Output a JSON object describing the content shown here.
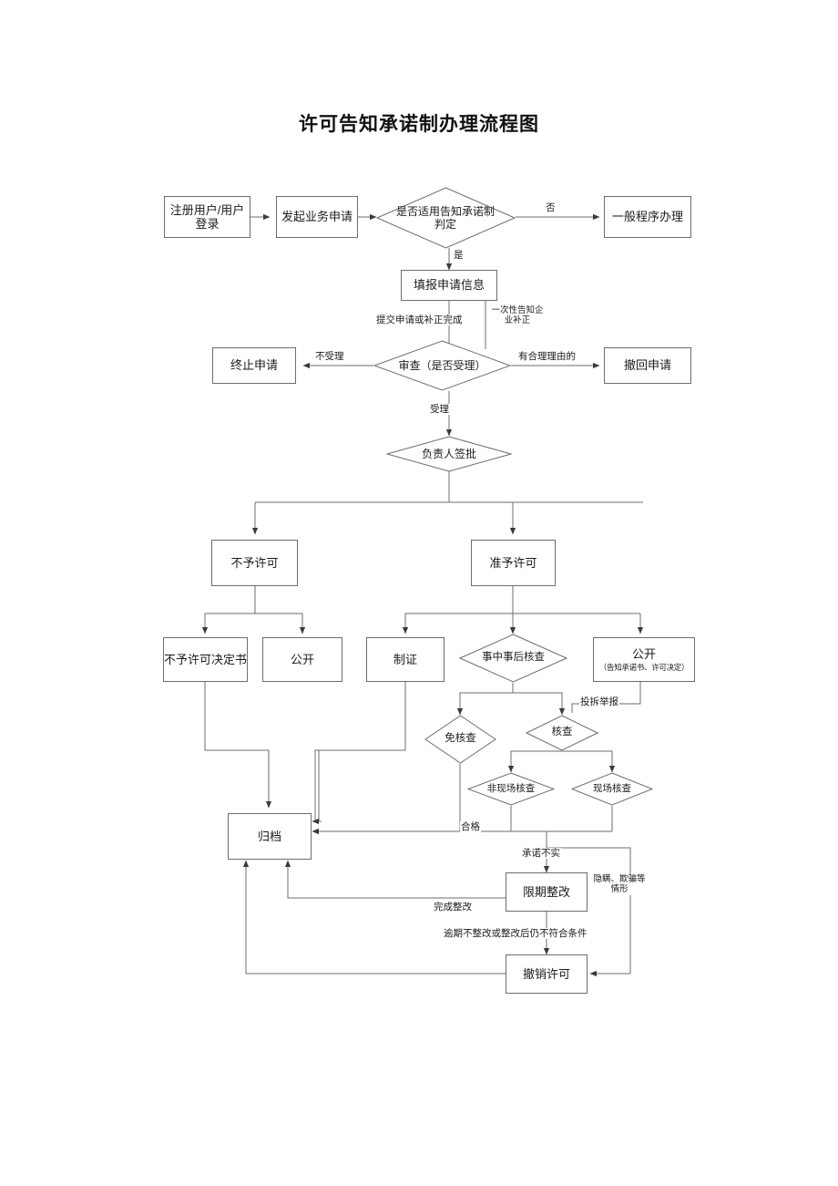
{
  "title": "许可告知承诺制办理流程图",
  "diagram": {
    "type": "flowchart",
    "nodes": {
      "register": "注册用户/用户登录",
      "initiate": "发起业务申请",
      "judge_applicable": "是否适用告知承诺制判定",
      "general_procedure": "一般程序办理",
      "fill_application": "填报申请信息",
      "review_accept": "审查（是否受理）",
      "terminate": "终止申请",
      "withdraw": "撤回申请",
      "leader_approval": "负责人签批",
      "not_permitted": "不予许可",
      "permitted": "准予许可",
      "not_permitted_decision": "不予许可决定书",
      "publicize_left": "公开",
      "make_certificate": "制证",
      "during_after_check": "事中事后核查",
      "publicize_right": "公开",
      "publicize_right_sub": "（告知承诺书、许可决定）",
      "exempt_check": "免核查",
      "check": "核查",
      "offsite_check": "非现场核查",
      "onsite_check": "现场核查",
      "archive": "归档",
      "rectify": "限期整改",
      "revoke": "撤销许可"
    },
    "edge_labels": {
      "no": "否",
      "yes": "是",
      "submit_or_correct": "提交申请或补正完成",
      "one_time_notice": "一次性告知企业补正",
      "not_accepted": "不受理",
      "reasonable_grounds": "有合理理由的",
      "accepted": "受理",
      "complaint_report": "投拆举报",
      "qualified": "合格",
      "promise_untrue": "承诺不实",
      "conceal_deceive": "隐瞒、欺骗等情形",
      "rectify_done": "完成整改",
      "overdue_not_rectified": "逾期不整改或整改后仍不符合条件"
    },
    "colors": {
      "line": "#6d6d6d",
      "text": "#1b1b1b",
      "background": "#ffffff"
    }
  }
}
